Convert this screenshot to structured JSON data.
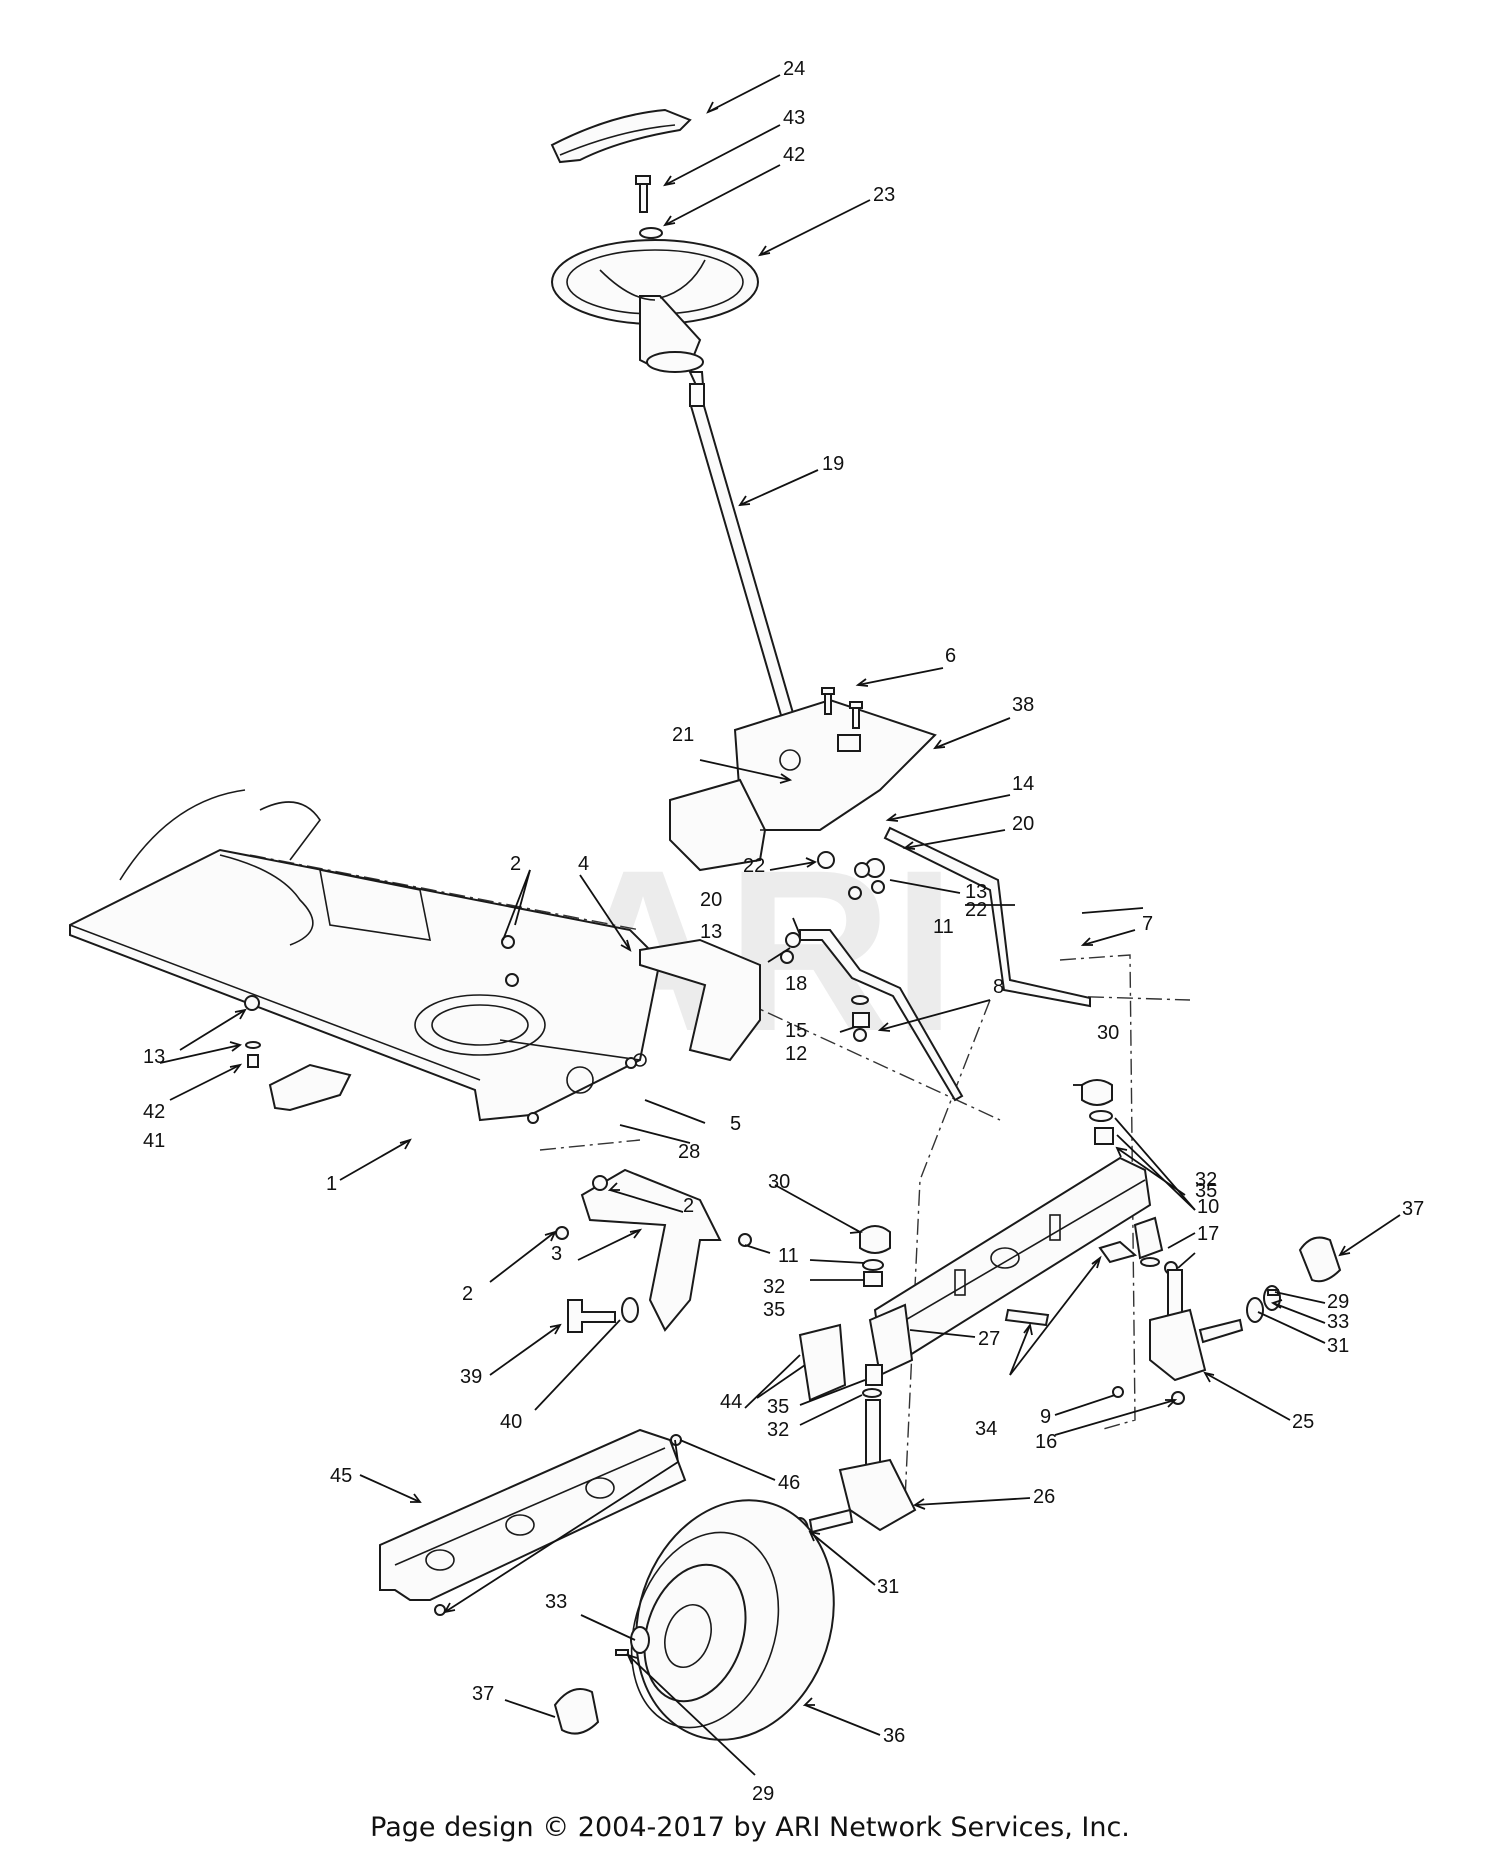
{
  "watermark": "ARI",
  "footer": "Page design © 2004-2017 by ARI Network Services, Inc.",
  "callouts": {
    "l24": "24",
    "l43": "43",
    "l42a": "42",
    "l23": "23",
    "l19": "19",
    "l6": "6",
    "l38": "38",
    "l21": "21",
    "l14": "14",
    "l20a": "20",
    "l22a": "22",
    "l13a": "13",
    "l22b": "22",
    "l20b": "20",
    "l13b": "13",
    "l11a": "11",
    "l7": "7",
    "l2a": "2",
    "l4": "4",
    "l18": "18",
    "l8": "8",
    "l15": "15",
    "l12": "12",
    "l13c": "13",
    "l42b": "42",
    "l41": "41",
    "l5": "5",
    "l28": "28",
    "l1": "1",
    "l30a": "30",
    "l2b": "2",
    "l30b": "30",
    "l35a": "35",
    "l32a": "32",
    "l10": "10",
    "l17": "17",
    "l37a": "37",
    "l2c": "2",
    "l3": "3",
    "l11b": "11",
    "l32b": "32",
    "l35b": "35",
    "l29a": "29",
    "l33a": "33",
    "l31a": "31",
    "l39": "39",
    "l27": "27",
    "l34": "34",
    "l9": "9",
    "l25": "25",
    "l40": "40",
    "l44": "44",
    "l35c": "35",
    "l32c": "32",
    "l16": "16",
    "l46": "46",
    "l45": "45",
    "l26": "26",
    "l31b": "31",
    "l33b": "33",
    "l36": "36",
    "l37b": "37",
    "l29b": "29"
  }
}
